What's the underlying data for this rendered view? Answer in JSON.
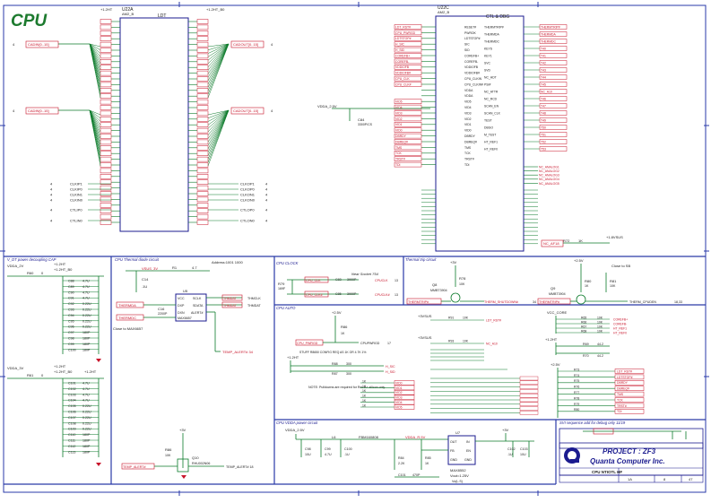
{
  "sheet_title": "CPU",
  "colors": {
    "wire": "#0b7a2a",
    "label": "#c8142a",
    "frame": "#1b1b8f",
    "border": "#2a3aa8",
    "text": "#1a1a1a",
    "title": "#1c7a2e"
  },
  "cpu_a": {
    "ref": "U22A",
    "sub": "AM2_B",
    "block": "LDT",
    "top_left_net": "+1.2HT",
    "top_right_net": "+1.2HT_B0",
    "cadin_h": "CADIN[0..15]",
    "cadin_h_num": "4",
    "cadout_h": "CADOUT[0..15]",
    "cadout_h_num": "4",
    "cadin_l": "CADIN[0..15]",
    "cadin_l_num": "4",
    "cadout_l": "CADOUT[0..15]",
    "cadout_l_num": "4",
    "clk_left": [
      "CLKIP1",
      "CLKIP0",
      "CLKIN1",
      "CLKIN0"
    ],
    "clk_right": [
      "CLKOP1",
      "CLKOP0",
      "CLKON1",
      "CLKON0"
    ],
    "ctl_left": [
      "CTLIP0",
      "CTLIN0"
    ],
    "ctl_right": [
      "CTLOP0",
      "CTLON0"
    ],
    "num": "4"
  },
  "cpu_c": {
    "ref": "U22C",
    "sub": "AM2_B",
    "block": "CTL & DBG",
    "left_pins": [
      "RESET#",
      "PWROK",
      "LDTSTOP#",
      "SIC",
      "SID",
      "COREFB+",
      "COREFB-",
      "VDDIOFB",
      "VDDIOFB#",
      "CPU_CLKIN",
      "CPU_CLKIN#",
      "VDDA",
      "VDDA",
      "VID5",
      "VID4",
      "VID3",
      "VID2",
      "VID1",
      "VID0",
      "DBRDY",
      "DBREQ#",
      "TMS",
      "TCK",
      "TRST#",
      "TDI"
    ],
    "left_nets": [
      "LDT_RST#",
      "CPU_PWRGD",
      "LDTSTOP#",
      "H_SIC",
      "H_SID",
      "COREFB+",
      "COREFB-",
      "VDDIOFB",
      "VDDIOFB#",
      "CPU_CLK",
      "CPU_CLK#",
      "",
      "",
      "VID5",
      "VID4",
      "VID3",
      "VID2",
      "VID1",
      "VID0",
      "DBRDY",
      "DBREQ#",
      "TMS",
      "TCK",
      "TRST#",
      "TDI"
    ],
    "right_pins": [
      "THERMTRIP#",
      "THERMDA",
      "THERMDC",
      "KEYS",
      "KEY1",
      "SVC",
      "SVD",
      "NC_HDT",
      "PSI#",
      "NC_ATTR",
      "NC_RCD",
      "SCAN_EN",
      "SCAN_CLK",
      "TEST",
      "DBGO",
      "M_TEST",
      "HT_REF1",
      "HT_REF0"
    ],
    "right_nets": [
      "THERMTRIP#",
      "THERMDA",
      "THERMDC",
      "T40",
      "T41",
      "T42",
      "T43",
      "T44",
      "T45",
      "NC_A10",
      "T46",
      "T47",
      "T48",
      "T49",
      "T50",
      "T51",
      "T52",
      "T53"
    ],
    "lower_nets": [
      "NC_ANALOG1",
      "NC_ANALOG2",
      "NC_ANALOG3",
      "NC_ANALOG4",
      "NC_ANALOG5"
    ]
  },
  "vddio": {
    "net": "VDDA_2.5V",
    "cap": "C84",
    "cap_val": "3300P/CS"
  },
  "nc_block": {
    "label": "NC_AF18",
    "res": "R72",
    "res_val": "1K",
    "net": "+1.8VSUS"
  },
  "sections": {
    "decoupling": "V_DT power decoupling CAP",
    "thermal_diode": "CPU Thermal diode circuit",
    "clock": "CPU CLOCK",
    "autogen": "CPU AUTO",
    "thermal_trip": "Thermal trip circuit",
    "vdda": "CPU VDDA power circuit",
    "vrm": "SVI sequence add for debug only 11/19"
  },
  "decoupling": {
    "top_net": "VDDA_2V",
    "top_res": "R60",
    "top_res_val": "0",
    "top_rail": "+1.2HT",
    "top_rail2": "+1.2HT_B0",
    "caps_top": [
      "C88",
      "C89",
      "C90",
      "C91",
      "C92",
      "C93",
      "C94",
      "C95",
      "C96",
      "C97",
      "C98",
      "C99",
      "C100"
    ],
    "caps_top_vals": [
      "4.7U",
      "4.7U",
      "4.7U",
      "4.7U",
      "0.22U",
      "0.22U",
      "0.22U",
      "0.22U",
      "0.22U",
      "180P",
      "180P",
      "180P",
      "180P"
    ],
    "bot_net": "VDDA_3V",
    "bot_res": "R61",
    "bot_res_val": "0",
    "bot_rail": "+1.2HT",
    "bot_rail2": "+1.2HT_B0",
    "caps_bot": [
      "C101",
      "C102",
      "C103",
      "C104",
      "C105",
      "C106",
      "C107",
      "C108",
      "C109",
      "C110",
      "C111",
      "C112",
      "C113"
    ],
    "caps_bot_vals": [
      "4.7U",
      "4.7U",
      "4.7U",
      "4.7U",
      "0.22U",
      "0.22U",
      "0.22U",
      "0.22U",
      "0.22U",
      "180P",
      "180P",
      "180P",
      "180P"
    ],
    "bot_gnd": "+1.2HT"
  },
  "thermal_diode": {
    "vcc_net": "VSUS_3V",
    "res": "R1",
    "res_val": "4.7",
    "cap": "C14",
    "cap_val": ".1U",
    "chip": "U5",
    "address": "Address:1001 1000",
    "pins_left": [
      "VCC",
      "DXP",
      "DXN"
    ],
    "pins_right": [
      "SCLK",
      "SDATA",
      "ALERT#"
    ],
    "chip_part": "MAX6657",
    "net_da": "THERMDA",
    "net_dc": "THERMDC",
    "c_da": "C16",
    "c_da_val": "2200P",
    "note": "Close to MAX6657",
    "out1": "THMDAT",
    "out1b": "THMCLK",
    "out2": "THMDAT",
    "out2b": "THMDAT",
    "alert": "TEMP_ALERT# 34",
    "num": "34"
  },
  "clock": {
    "res": "R79",
    "res_val": "169F",
    "cap1": "C83",
    "cap1_val": "3900P",
    "cap2": "C85",
    "cap2_val": "3900P",
    "net1": "CPU_CLK",
    "net2": "CPU_CLK#",
    "out1": "CPUCLK",
    "out2": "CPUCLK#",
    "num": "13",
    "note": "Near Socket 754"
  },
  "autogen": {
    "rail": "+2.5V",
    "res1": "R86",
    "res1_val": "1K",
    "net": "CPU_PWRGD",
    "out": "CPUPWRGD",
    "out_num": "17",
    "note1": "STUFF R8650 CONFIG REQ AS 1K OR 4.7K 1%",
    "rail2": "+1.2HT",
    "res2": "R88",
    "res2_val": "300",
    "res3": "R87",
    "res3_val": "300",
    "net_a": "H_SIC",
    "net_b": "H_SID",
    "note2": "NOTE: Pulldowns are required for Rev A+ silicon only.",
    "pull_nets": [
      "VID0",
      "VID1",
      "VID2",
      "VID3",
      "VID4",
      "VID5"
    ],
    "pull_vals": [
      "1K",
      "1K",
      "1K",
      "1K",
      "1K",
      "1K"
    ],
    "rail3": "+3VSUS",
    "res4": "R91",
    "res4_val": "10K",
    "net_c": "LDT_RST#",
    "res5": "R93",
    "res5_val": "10K",
    "net_d": "NC_A10"
  },
  "thermal_trip": {
    "rail": "+3V",
    "q1": "Q8",
    "q1_part": "MMBT3904",
    "res1": "R78",
    "res1_val": "10K",
    "net_in": "THERMTRIP#",
    "net_out": "THERM_SHUTDOWN#",
    "num": "34",
    "rail2": "+2.5V",
    "q2": "Q9",
    "q2_part": "MMBT3904",
    "res2": "R80",
    "res2_val": "1K",
    "res3": "R81",
    "res3_val": "10K",
    "net_in2": "THERMTRIP#",
    "net_out2": "THERM_CPUDEN",
    "num2": "18,33",
    "note": "Close to SB"
  },
  "right_pull": {
    "rail": "VCC_CORE",
    "items": [
      "R65",
      "R66",
      "R67",
      "R68"
    ],
    "vals": [
      "10K",
      "10K",
      "10K",
      "10K"
    ],
    "nets": [
      "COREFB+",
      "COREFB-",
      "HT_REF1",
      "HT_REF0"
    ],
    "rail2": "+1.2HT",
    "res_a": "R69",
    "res_a_val": "44.2",
    "res_b": "R70",
    "res_b_val": "44.2",
    "rail3": "+2.5V",
    "dbg_res": [
      "R73",
      "R74",
      "R75",
      "R76",
      "R77",
      "R78",
      "R79",
      "R80"
    ],
    "dbg_nets": [
      "LDT_RST#",
      "LDTSTOP#",
      "DBRDY",
      "DBREQ#",
      "TMS",
      "TCK",
      "TRST#",
      "TDI"
    ]
  },
  "vdda": {
    "net": "VDDA_2.5V",
    "ind": "L6",
    "ind_val": "FBM160808",
    "cap1": "C98",
    "cap1_val": "10U",
    "cap2": "C99",
    "cap2_val": "4.7U",
    "cap3": "C100",
    "cap3_val": ".1U",
    "reg": "U7",
    "reg_part": "MAX8552",
    "reg_out": "Vout=1.25V",
    "rail": "+3V",
    "reg_note": "Vo(L.S)",
    "res1": "R84",
    "res1_val": "2.2K",
    "res2": "R85",
    "res2_val": "1K",
    "cap4": "C101",
    "cap4_val": "470P",
    "pins_left": [
      "OUT",
      "FB",
      "GND"
    ],
    "pins_right": [
      "IN",
      "EN",
      "GND"
    ],
    "net_out": "VDDA_R.5V",
    "cap5": "C102",
    "cap5_val": ".1U",
    "cap6": "C103",
    "cap6_val": "10U"
  },
  "svi": {
    "rail": "+3V",
    "res": "R86",
    "res_val": "10K",
    "net": "TEMP_ALERT#",
    "q": "Q10",
    "q_part": "RHU002N06",
    "out": "TEMP_ALERT# 18",
    "num": "18"
  },
  "titleblock": {
    "project": "PROJECT : ZF3",
    "company": "Quanta Computer Inc.",
    "doc": "CPU NTIOTL HF",
    "num1": "8",
    "num2": "47",
    "rev": "1A"
  }
}
